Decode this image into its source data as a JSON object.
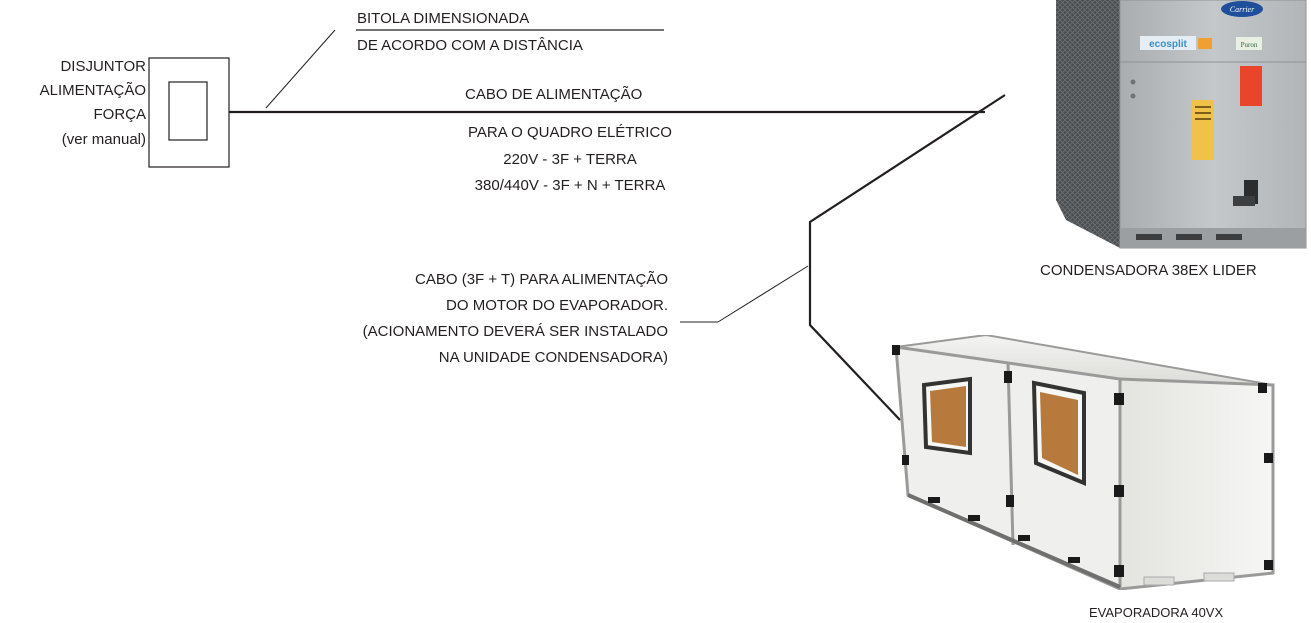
{
  "breaker": {
    "label_lines": [
      "DISJUNTOR",
      "ALIMENTAÇÃO",
      "FORÇA",
      "(ver manual)"
    ]
  },
  "gauge_note": {
    "line1": "BITOLA DIMENSIONADA",
    "line2": "DE ACORDO COM A DISTÂNCIA"
  },
  "supply_cable": {
    "title": "CABO DE ALIMENTAÇÃO",
    "lines": [
      "PARA O QUADRO ELÉTRICO",
      "220V - 3F + TERRA",
      "380/440V - 3F + N + TERRA"
    ]
  },
  "motor_cable": {
    "lines": [
      "CABO (3F + T) PARA ALIMENTAÇÃO",
      "DO MOTOR DO EVAPORADOR.",
      "(ACIONAMENTO DEVERÁ SER INSTALADO",
      "NA UNIDADE CONDENSADORA)"
    ]
  },
  "condenser": {
    "caption": "CONDENSADORA 38EX LIDER",
    "brand": "Carrier",
    "badge": "ecosplit",
    "sub_badge": "Puron",
    "body_color": "#b9bdbf",
    "label_color": "#e8452a"
  },
  "evaporator": {
    "caption": "EVAPORADORA 40VX",
    "panel_color": "#ececea",
    "frame_color": "#9a9a98"
  }
}
